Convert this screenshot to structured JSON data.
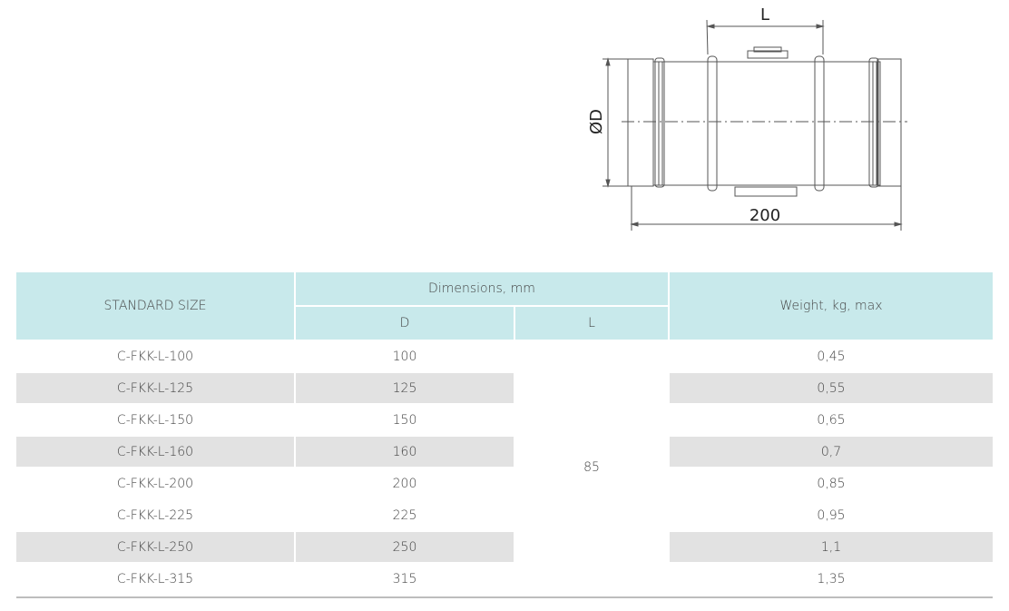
{
  "drawing": {
    "l_label": "L",
    "d_label": "ØD",
    "length_label": "200"
  },
  "table": {
    "header": {
      "standard_size": "STANDARD SIZE",
      "dimensions": "Dimensions, mm",
      "d": "D",
      "l": "L",
      "weight": "Weight, kg, max"
    },
    "l_value": "85",
    "rows": [
      {
        "name": "C-FKK-L-100",
        "d": "100",
        "weight": "0,45",
        "shaded": false
      },
      {
        "name": "C-FKK-L-125",
        "d": "125",
        "weight": "0,55",
        "shaded": true
      },
      {
        "name": "C-FKK-L-150",
        "d": "150",
        "weight": "0,65",
        "shaded": false
      },
      {
        "name": "C-FKK-L-160",
        "d": "160",
        "weight": "0,7",
        "shaded": true
      },
      {
        "name": "C-FKK-L-200",
        "d": "200",
        "weight": "0,85",
        "shaded": false
      },
      {
        "name": "C-FKK-L-225",
        "d": "225",
        "weight": "0,95",
        "shaded": false
      },
      {
        "name": "C-FKK-L-250",
        "d": "250",
        "weight": "1,1",
        "shaded": true
      },
      {
        "name": "C-FKK-L-315",
        "d": "315",
        "weight": "1,35",
        "shaded": false
      }
    ],
    "colors": {
      "header_bg": "#c8e9eb",
      "row_shade": "#e2e2e2"
    }
  }
}
